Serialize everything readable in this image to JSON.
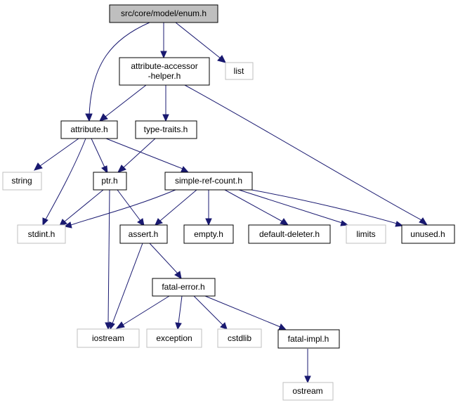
{
  "colors": {
    "edge": "#191970",
    "node_border_internal": "#000000",
    "node_border_external": "#bfbfbf",
    "root_fill": "#bfbfbf",
    "node_fill": "#ffffff",
    "text_internal": "#000000",
    "text_external": "#000000"
  },
  "nodes": {
    "enum": {
      "label": "src/core/model/enum.h",
      "kind": "root"
    },
    "accessor_helper_line1": {
      "label": "attribute-accessor"
    },
    "accessor_helper_line2": {
      "label": "-helper.h"
    },
    "accessor_helper": {
      "kind": "internal"
    },
    "list": {
      "label": "list",
      "kind": "external"
    },
    "attribute": {
      "label": "attribute.h",
      "kind": "internal"
    },
    "type_traits": {
      "label": "type-traits.h",
      "kind": "internal"
    },
    "string": {
      "label": "string",
      "kind": "external"
    },
    "ptr": {
      "label": "ptr.h",
      "kind": "internal"
    },
    "simple_ref_count": {
      "label": "simple-ref-count.h",
      "kind": "internal"
    },
    "stdint": {
      "label": "stdint.h",
      "kind": "external"
    },
    "assert": {
      "label": "assert.h",
      "kind": "internal"
    },
    "empty": {
      "label": "empty.h",
      "kind": "internal"
    },
    "default_deleter": {
      "label": "default-deleter.h",
      "kind": "internal"
    },
    "limits": {
      "label": "limits",
      "kind": "external"
    },
    "unused": {
      "label": "unused.h",
      "kind": "internal"
    },
    "fatal_error": {
      "label": "fatal-error.h",
      "kind": "internal"
    },
    "iostream": {
      "label": "iostream",
      "kind": "external"
    },
    "exception": {
      "label": "exception",
      "kind": "external"
    },
    "cstdlib": {
      "label": "cstdlib",
      "kind": "external"
    },
    "fatal_impl": {
      "label": "fatal-impl.h",
      "kind": "internal"
    },
    "ostream": {
      "label": "ostream",
      "kind": "external"
    }
  },
  "edges": [
    [
      "enum",
      "attribute"
    ],
    [
      "enum",
      "accessor_helper"
    ],
    [
      "enum",
      "list"
    ],
    [
      "accessor_helper",
      "attribute"
    ],
    [
      "accessor_helper",
      "type_traits"
    ],
    [
      "accessor_helper",
      "unused"
    ],
    [
      "attribute",
      "string"
    ],
    [
      "attribute",
      "stdint"
    ],
    [
      "attribute",
      "ptr"
    ],
    [
      "attribute",
      "simple_ref_count"
    ],
    [
      "type_traits",
      "ptr"
    ],
    [
      "ptr",
      "stdint"
    ],
    [
      "ptr",
      "iostream"
    ],
    [
      "ptr",
      "assert"
    ],
    [
      "simple_ref_count",
      "stdint"
    ],
    [
      "simple_ref_count",
      "assert"
    ],
    [
      "simple_ref_count",
      "empty"
    ],
    [
      "simple_ref_count",
      "default_deleter"
    ],
    [
      "simple_ref_count",
      "limits"
    ],
    [
      "simple_ref_count",
      "unused"
    ],
    [
      "assert",
      "iostream"
    ],
    [
      "assert",
      "fatal_error"
    ],
    [
      "fatal_error",
      "iostream"
    ],
    [
      "fatal_error",
      "exception"
    ],
    [
      "fatal_error",
      "cstdlib"
    ],
    [
      "fatal_error",
      "fatal_impl"
    ],
    [
      "fatal_impl",
      "ostream"
    ]
  ]
}
